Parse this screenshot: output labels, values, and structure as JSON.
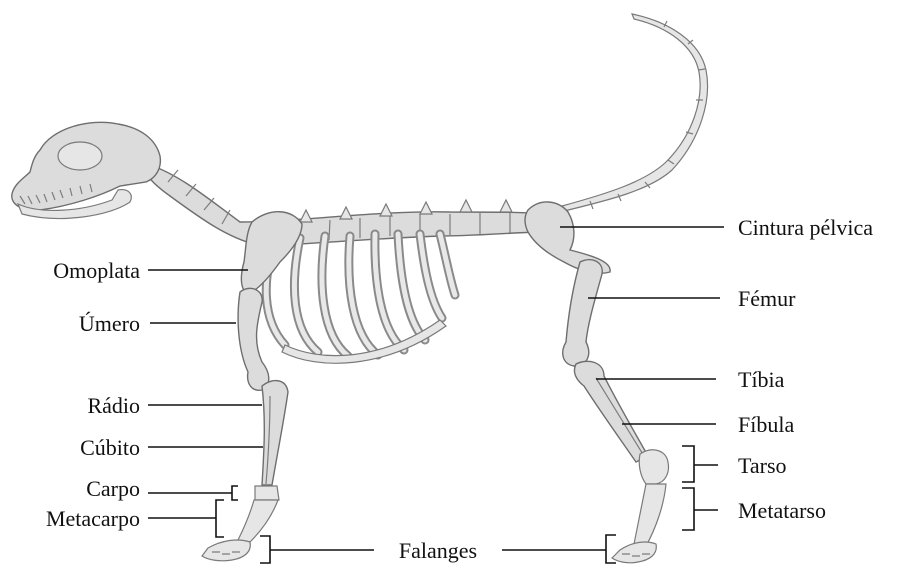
{
  "labels": {
    "omoplata": "Omoplata",
    "umero": "Úmero",
    "radio": "Rádio",
    "cubito": "Cúbito",
    "carpo": "Carpo",
    "metacarpo": "Metacarpo",
    "falanges": "Falanges",
    "cintura_pelvica": "Cintura pélvica",
    "femur": "Fémur",
    "tibia": "Tíbia",
    "fibula": "Fíbula",
    "tarso": "Tarso",
    "metatarso": "Metatarso"
  },
  "colors": {
    "bone_fill": "#dcdcdc",
    "bone_stroke": "#6e6e6e",
    "label_text": "#111111"
  }
}
